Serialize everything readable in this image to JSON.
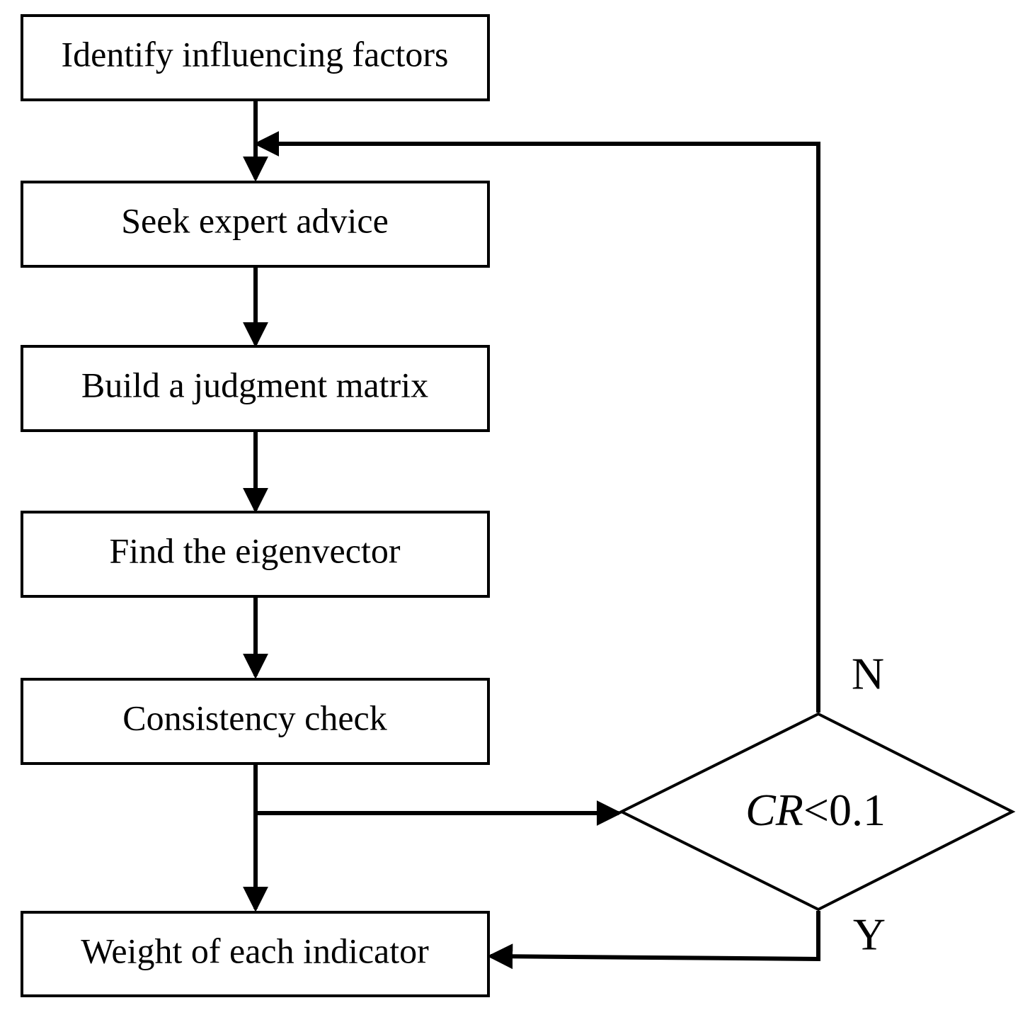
{
  "boxes": [
    {
      "id": "identify",
      "label": "Identify influencing factors"
    },
    {
      "id": "seek",
      "label": "Seek expert advice"
    },
    {
      "id": "build",
      "label": "Build a judgment matrix"
    },
    {
      "id": "find",
      "label": "Find the eigenvector"
    },
    {
      "id": "consistency",
      "label": "Consistency check"
    },
    {
      "id": "weight",
      "label": "Weight of each indicator"
    }
  ],
  "decision": {
    "variable": "CR",
    "operator_value": "<0.1"
  },
  "branches": {
    "no": "N",
    "yes": "Y"
  }
}
